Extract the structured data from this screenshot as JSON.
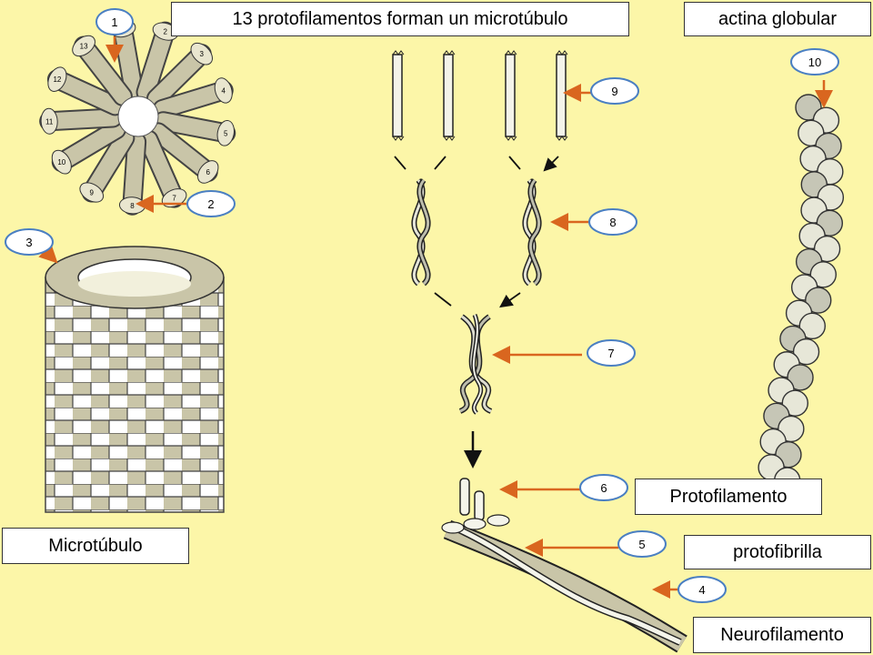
{
  "labels": {
    "title": "13 protofilamentos forman un microtúbulo",
    "actina": "actina globular",
    "microtubulo": "Microtúbulo",
    "protofilamento": "Protofilamento",
    "protofibrilla": "protofibrilla",
    "neurofilamento": "Neurofilamento"
  },
  "markers": {
    "m1": "1",
    "m2": "2",
    "m3": "3",
    "m4": "4",
    "m5": "5",
    "m6": "6",
    "m7": "7",
    "m8": "8",
    "m9": "9",
    "m10": "10"
  },
  "ring_numbers": [
    "1",
    "2",
    "3",
    "4",
    "5",
    "6",
    "7",
    "8",
    "9",
    "10",
    "11",
    "12",
    "13"
  ],
  "colors": {
    "background": "#fcf6a8",
    "tubulin": "#c9c5a8",
    "bead": "#e7e7d8",
    "arrow": "#d9661f",
    "marker_ring": "#4a7fc2"
  }
}
